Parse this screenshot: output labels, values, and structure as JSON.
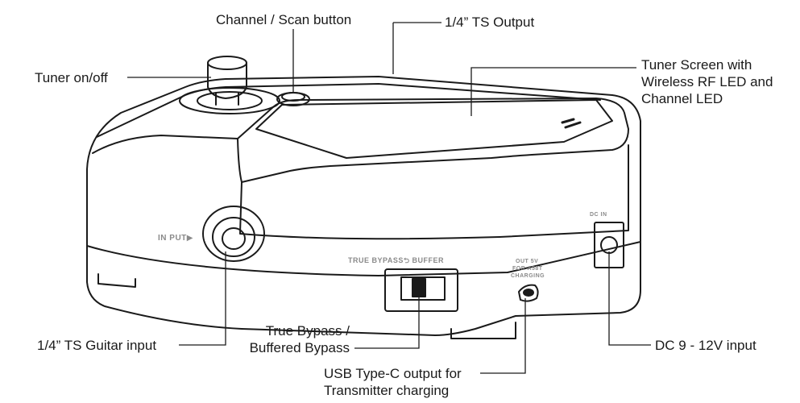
{
  "callouts": {
    "tuner_onoff": "Tuner on/off",
    "channel_scan": "Channel / Scan button",
    "ts_output": "1/4” TS Output",
    "tuner_screen": {
      "line1": "Tuner Screen with",
      "line2": "Wireless RF LED and",
      "line3": "Channel LED"
    },
    "guitar_input": "1/4” TS Guitar input",
    "bypass": {
      "line1": "True Bypass /",
      "line2": "Buffered Bypass"
    },
    "usb": {
      "line1": "USB Type-C output for",
      "line2": "Transmitter charging"
    },
    "dc_input": "DC 9 - 12V input"
  },
  "device_labels": {
    "input": "IN PUT▶",
    "bypass_switch": "TRUE BYPASS⮌ BUFFER",
    "out_line1": "OUT 5V",
    "out_line2": "FOR A58T",
    "out_line3": "CHARGING",
    "dc_in": "DC IN"
  }
}
